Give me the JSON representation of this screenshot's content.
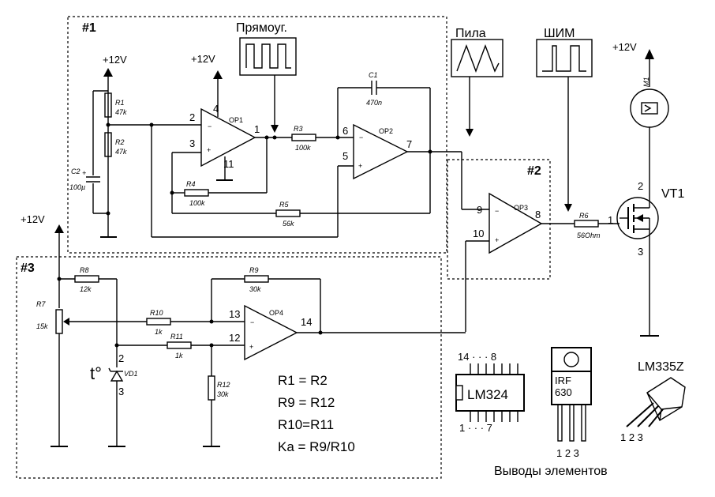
{
  "blocks": {
    "b1": "#1",
    "b2": "#2",
    "b3": "#3"
  },
  "supply": {
    "plus12": "+12V"
  },
  "signals": {
    "square": "Прямоуг.",
    "saw": "Пила",
    "pwm": "ШИМ"
  },
  "opamps": {
    "op1": "OP1",
    "op2": "OP2",
    "op3": "OP3",
    "op4": "OP4"
  },
  "components": {
    "r1": {
      "name": "R1",
      "value": "47k"
    },
    "r2": {
      "name": "R2",
      "value": "47k"
    },
    "r3": {
      "name": "R3",
      "value": "100k"
    },
    "r4": {
      "name": "R4",
      "value": "100k"
    },
    "r5": {
      "name": "R5",
      "value": "56k"
    },
    "r6": {
      "name": "R6",
      "value": "56Ohm"
    },
    "r7": {
      "name": "R7",
      "value": "15k"
    },
    "r8": {
      "name": "R8",
      "value": "12k"
    },
    "r9": {
      "name": "R9",
      "value": "30k"
    },
    "r10": {
      "name": "R10",
      "value": "1k"
    },
    "r11": {
      "name": "R11",
      "value": "1k"
    },
    "r12": {
      "name": "R12",
      "value": "30k"
    },
    "c1": {
      "name": "C1",
      "value": "470n"
    },
    "c2": {
      "name": "C2",
      "value": "100µ"
    },
    "vd1": {
      "name": "VD1"
    },
    "vt1": {
      "name": "VT1"
    },
    "m1": {
      "name": "M1"
    }
  },
  "pins": {
    "p1": "1",
    "p2": "2",
    "p3": "3",
    "p4": "4",
    "p5": "5",
    "p6": "6",
    "p7": "7",
    "p8": "8",
    "p9": "9",
    "p10": "10",
    "p11": "11",
    "p12": "12",
    "p13": "13",
    "p14": "14",
    "vt_gate": "1",
    "vt_drain": "2",
    "vt_source": "3",
    "vd_a": "2",
    "vd_b": "3"
  },
  "temp_label": "t°",
  "equations": [
    "R1 = R2",
    "R9 = R12",
    "R10=R11",
    "Ka = R9/R10"
  ],
  "pinouts": {
    "lm324": {
      "label": "LM324",
      "top": "14 · · · 8",
      "bottom": "1 · · · 7"
    },
    "irf630": {
      "line1": "IRF",
      "line2": "630",
      "pins": "1  2  3"
    },
    "lm335z": {
      "label": "LM335Z",
      "pins": "1  2  3"
    },
    "caption": "Выводы элементов"
  },
  "colors": {
    "ink": "#000000",
    "background": "#ffffff"
  }
}
